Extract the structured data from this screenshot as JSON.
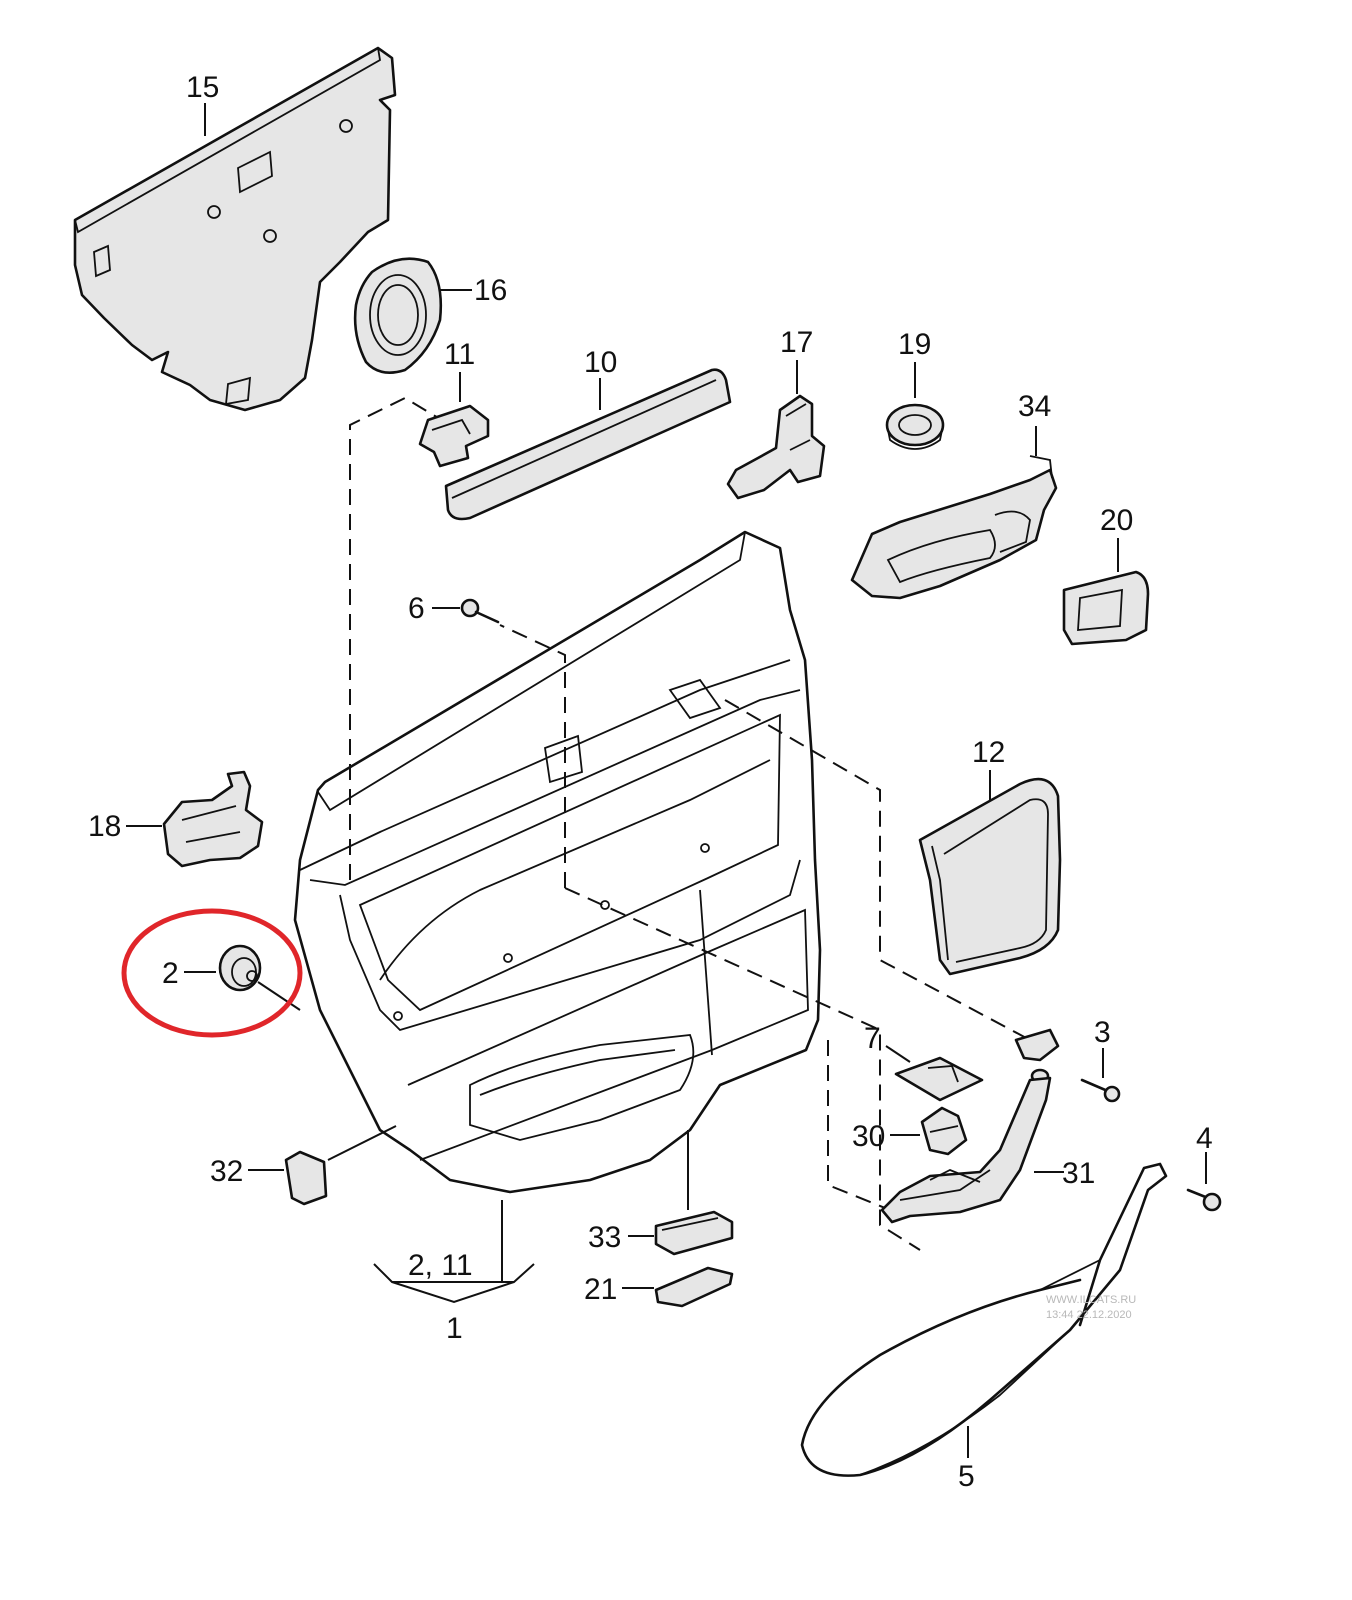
{
  "callouts": {
    "c15": "15",
    "c16": "16",
    "c11": "11",
    "c10": "10",
    "c17": "17",
    "c19": "19",
    "c34": "34",
    "c20": "20",
    "c6": "6",
    "c18": "18",
    "c12": "12",
    "c2": "2",
    "c7": "7",
    "c3": "3",
    "c30": "30",
    "c4": "4",
    "c32": "32",
    "c31": "31",
    "c33": "33",
    "c21": "21",
    "c2_11": "2, 11",
    "c1": "1",
    "c5": "5"
  },
  "watermark": {
    "line1": "WWW.ILCATS.RU",
    "line2": "13:44 22.12.2020"
  },
  "colors": {
    "line": "#111111",
    "highlight": "#e0262a",
    "part_fill": "#e6e6e6"
  }
}
